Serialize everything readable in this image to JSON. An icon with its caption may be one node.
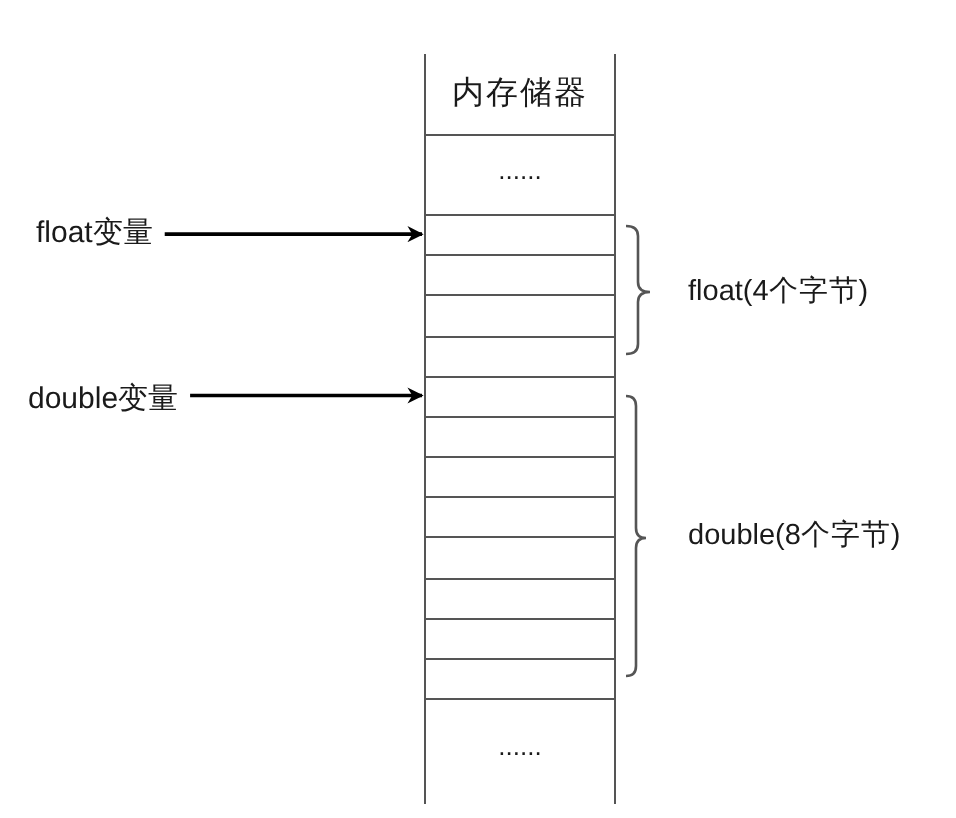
{
  "diagram": {
    "nodes": [
      {
        "text": [
          "内存储器"
        ]
      },
      {
        "text": [
          "......"
        ],
        "in": 0
      },
      {
        "text": [],
        "shape": "box",
        "in": 0
      },
      {
        "text": [],
        "shape": "box",
        "in": 0
      },
      {
        "text": [],
        "shape": "box",
        "in": 0
      },
      {
        "text": [],
        "shape": "box",
        "in": 0
      },
      {
        "text": [],
        "shape": "box",
        "in": 0
      },
      {
        "text": [],
        "shape": "box",
        "in": 0
      },
      {
        "text": [],
        "shape": "box",
        "in": 0
      },
      {
        "text": [],
        "shape": "box",
        "in": 0
      },
      {
        "text": [],
        "shape": "box",
        "in": 0
      },
      {
        "text": [],
        "shape": "box",
        "in": 0
      },
      {
        "text": [],
        "shape": "box",
        "in": 0
      },
      {
        "text": [],
        "shape": "box",
        "in": 0
      },
      {
        "text": [
          "......"
        ],
        "in": 0
      },
      {
        "text": [
          "float变量"
        ]
      },
      {
        "text": [
          "double变量"
        ]
      }
    ],
    "edges": [
      {
        "from": 15,
        "to": 2,
        "arrow": "to"
      },
      {
        "from": 16,
        "to": 6,
        "arrow": "to"
      }
    ],
    "labels": [
      "float(4个字节)",
      "double(8个字节)"
    ]
  }
}
